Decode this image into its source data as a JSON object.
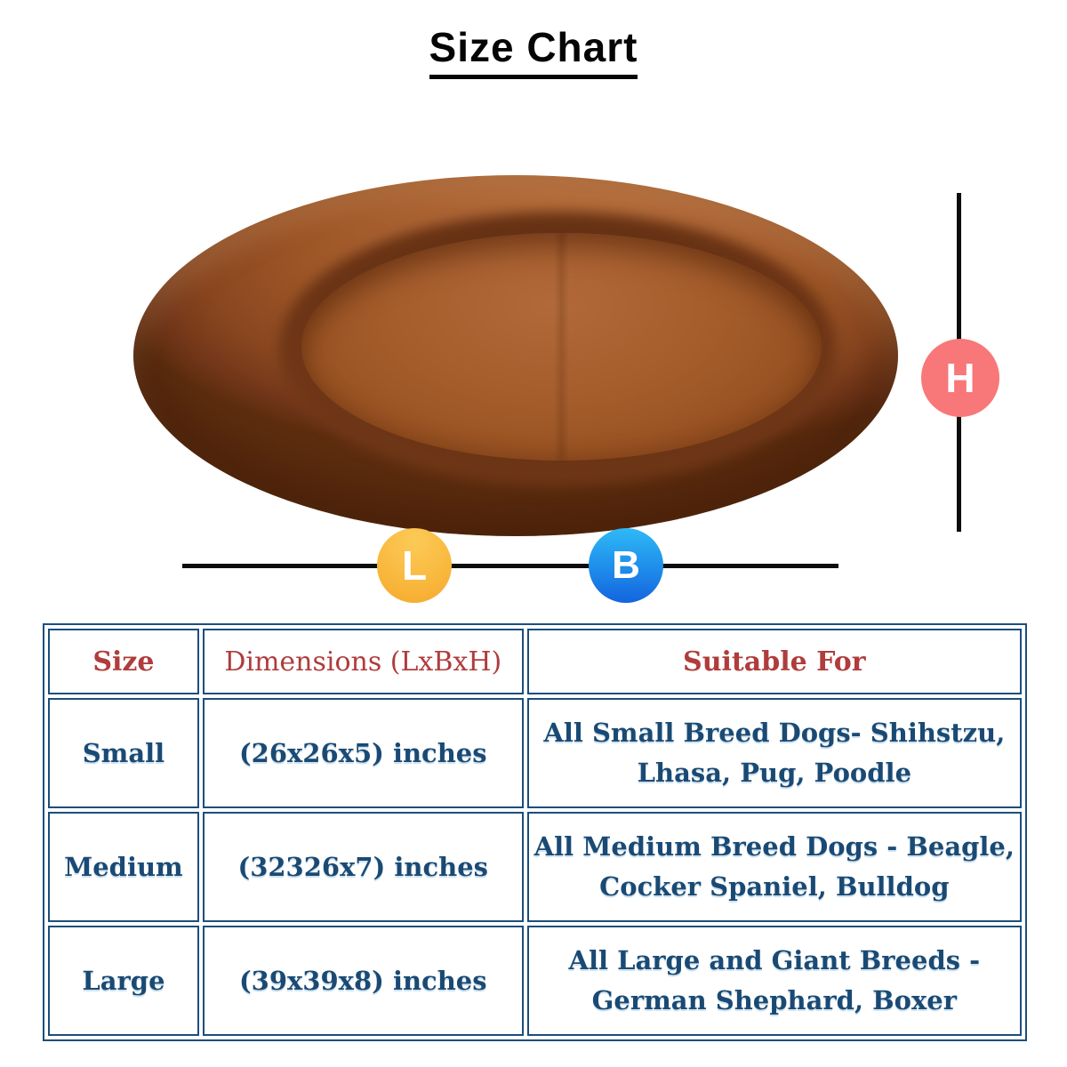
{
  "page": {
    "title": "Size Chart",
    "background_color": "#ffffff"
  },
  "diagram": {
    "product": "round donut dog bed, rust-orange fleece",
    "bed_colors": {
      "rim_highlight": "#bf7a45",
      "rim_base": "#9c5526",
      "rim_shadow": "#5f2e10",
      "cushion": "#a65d2c",
      "hole_shadow": "#5c2c11"
    },
    "height_marker": {
      "label": "H",
      "color": "#f87779",
      "line_color": "#0d0d0d"
    },
    "length_marker": {
      "label": "L",
      "color": "#f9b93f",
      "line_color": "#0d0d0d"
    },
    "breadth_marker": {
      "label": "B",
      "color": "#1e8cea",
      "line_color": "#0d0d0d"
    }
  },
  "table": {
    "border_color": "#1c4e7c",
    "header_text_color": "#b03c3c",
    "body_text_color": "#1a4a74",
    "columns": [
      "Size",
      "Dimensions (LxBxH)",
      "Suitable For"
    ],
    "rows": [
      {
        "size": "Small",
        "dimensions": "(26x26x5) inches",
        "suitable": [
          "All Small Breed Dogs- Shihstzu,",
          "Lhasa, Pug, Poodle"
        ]
      },
      {
        "size": "Medium",
        "dimensions": "(32326x7) inches",
        "suitable": [
          "All Medium Breed Dogs - Beagle,",
          "Cocker Spaniel, Bulldog"
        ]
      },
      {
        "size": "Large",
        "dimensions": "(39x39x8) inches",
        "suitable": [
          "All Large and Giant Breeds -",
          "German Shephard, Boxer"
        ]
      }
    ]
  }
}
